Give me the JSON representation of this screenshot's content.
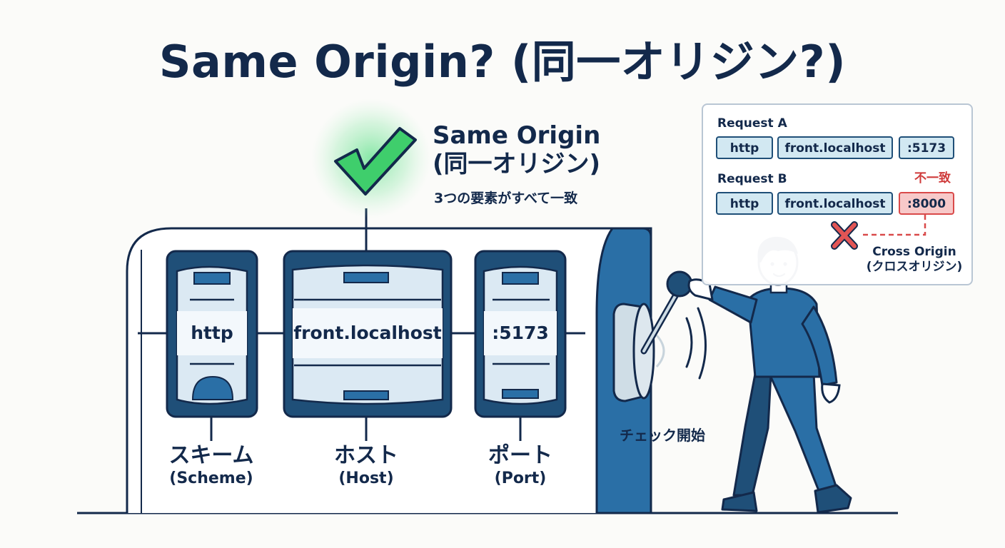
{
  "title": "Same Origin? (同一オリジン?)",
  "status": {
    "line1": "Same Origin",
    "line2": "(同一オリジン)",
    "subtitle": "3つの要素がすべて一致"
  },
  "reels": {
    "scheme": "http",
    "host": "front.localhost",
    "port": ":5173"
  },
  "components": {
    "scheme": {
      "jp": "スキーム",
      "en": "(Scheme)"
    },
    "host": {
      "jp": "ホスト",
      "en": "(Host)"
    },
    "port": {
      "jp": "ポート",
      "en": "(Port)"
    }
  },
  "lever_label": "チェック開始",
  "comparison": {
    "request_a": {
      "label": "Request A",
      "scheme": "http",
      "host": "front.localhost",
      "port": ":5173"
    },
    "request_b": {
      "label": "Request B",
      "scheme": "http",
      "host": "front.localhost",
      "port": ":8000"
    },
    "mismatch_label": "不一致",
    "cross_origin": {
      "en": "Cross Origin",
      "jp": "(クロスオリジン)"
    }
  },
  "colors": {
    "navy": "#13294b",
    "reel_frame": "#1f4f78",
    "reel_paper": "#dbe9f3",
    "check_green": "#3fce6c",
    "mismatch_red": "#d94a4a",
    "person_blue": "#2a6fa6"
  },
  "icons": {
    "status": "check-icon",
    "mismatch": "cross-icon"
  }
}
